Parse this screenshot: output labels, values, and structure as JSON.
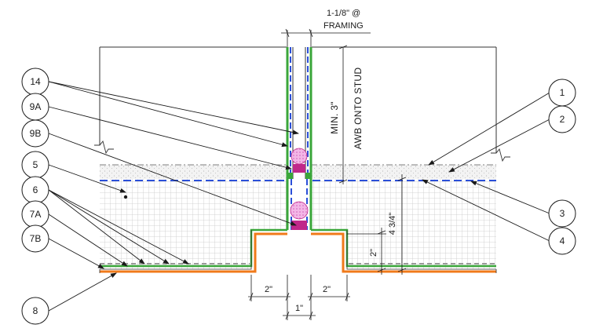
{
  "callouts_left": [
    "14",
    "9A",
    "9B",
    "5",
    "6",
    "7A",
    "7B",
    "8"
  ],
  "callouts_right": [
    "1",
    "2",
    "3",
    "4"
  ],
  "dimensions": {
    "top_joint_1": "1-1/8\" @",
    "top_joint_2": "FRAMING",
    "min_3": "MIN. 3\"",
    "awb_onto_stud": "AWB ONTO STUD",
    "thickness": "4 3/4\"",
    "reveal_depth": "2\"",
    "left_2": "2\"",
    "right_2": "2\"",
    "gap_1": "1\""
  },
  "colors": {
    "ink": "#1a1a1a",
    "membrane_blue": "#2b4fd8",
    "green_layer": "#3aa63a",
    "orange_layer": "#f07a1a",
    "sealant_magenta": "#c0288a",
    "backer_rod": "#e88ad0",
    "grid": "#cfcfcf"
  }
}
